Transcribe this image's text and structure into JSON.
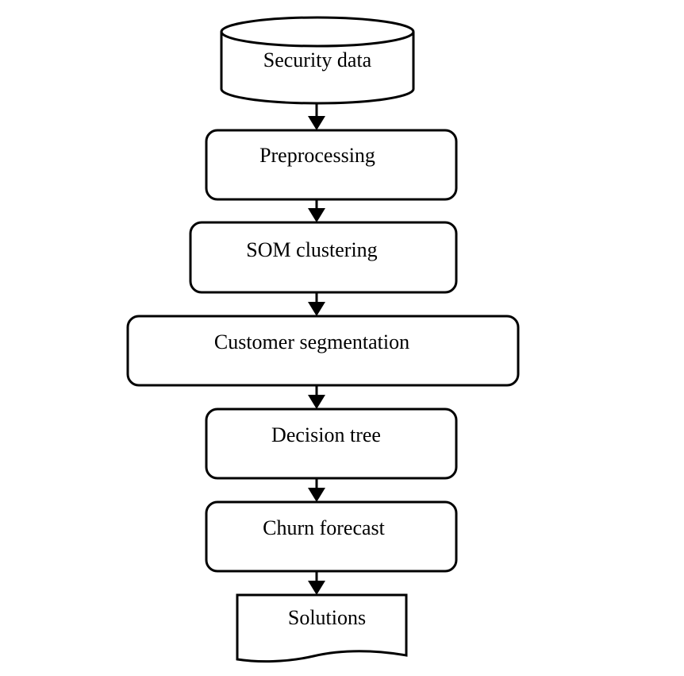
{
  "diagram": {
    "nodes": [
      {
        "id": "security-data",
        "shape": "cylinder",
        "label": "Security data"
      },
      {
        "id": "preprocessing",
        "shape": "rounded-rect",
        "label": "Preprocessing"
      },
      {
        "id": "som-clustering",
        "shape": "rounded-rect",
        "label": "SOM clustering"
      },
      {
        "id": "customer-segmentation",
        "shape": "rounded-rect",
        "label": "Customer segmentation"
      },
      {
        "id": "decision-tree",
        "shape": "rounded-rect",
        "label": "Decision tree"
      },
      {
        "id": "churn-forecast",
        "shape": "rounded-rect",
        "label": "Churn forecast"
      },
      {
        "id": "solutions",
        "shape": "document",
        "label": "Solutions"
      }
    ],
    "edges": [
      {
        "from": "security-data",
        "to": "preprocessing"
      },
      {
        "from": "preprocessing",
        "to": "som-clustering"
      },
      {
        "from": "som-clustering",
        "to": "customer-segmentation"
      },
      {
        "from": "customer-segmentation",
        "to": "decision-tree"
      },
      {
        "from": "decision-tree",
        "to": "churn-forecast"
      },
      {
        "from": "churn-forecast",
        "to": "solutions"
      }
    ]
  }
}
